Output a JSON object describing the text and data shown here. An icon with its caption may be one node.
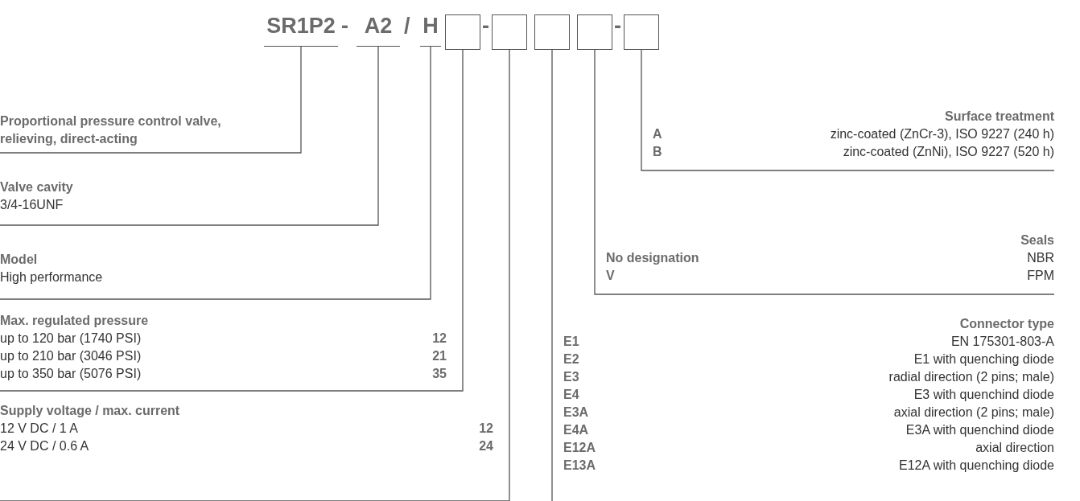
{
  "diagram": {
    "nodes": [
      {
        "text": [
          "SR1P2"
        ]
      },
      {
        "text": [
          "A2"
        ]
      },
      {
        "text": [
          "H"
        ]
      },
      {
        "text": [],
        "shape": "box"
      },
      {
        "text": [],
        "shape": "box"
      },
      {
        "text": [],
        "shape": "box"
      },
      {
        "text": [],
        "shape": "box"
      },
      {
        "text": [],
        "shape": "box"
      },
      {
        "text": [
          "Proportional pressure control valve, relieving, direct-acting"
        ]
      },
      {
        "text": [
          "Valve cavity",
          "3/4-16UNF"
        ]
      },
      {
        "text": [
          "Model",
          "High performance"
        ]
      },
      {
        "text": [
          "Max. regulated pressure",
          "up to 120 bar (1740 PSI)",
          "12",
          "up to 210 bar (3046 PSI)",
          "21",
          "up to 350 bar (5076 PSI)",
          "35"
        ]
      },
      {
        "text": [
          "Supply voltage / max. current",
          "12 V DC / 1 A",
          "12",
          "24 V DC / 0.6 A",
          "24"
        ]
      },
      {
        "text": [
          "Connector type",
          "E1",
          "EN 175301-803-A",
          "E2",
          "E1 with quenching diode",
          "E3",
          "radial direction (2 pins; male)",
          "E4",
          "E3 with quenchind diode",
          "E3A",
          "axial direction (2 pins; male)",
          "E4A",
          "E3A with quenchind diode",
          "E12A",
          "axial direction",
          "E13A",
          "E12A with quenching diode"
        ]
      },
      {
        "text": [
          "Seals",
          "No designation",
          "NBR",
          "V",
          "FPM"
        ]
      },
      {
        "text": [
          "Surface treatment",
          "A",
          "zinc-coated (ZnCr-3), ISO 9227 (240 h)",
          "B",
          "zinc-coated (ZnNi), ISO 9227 (520 h)"
        ]
      }
    ],
    "edges": [
      {
        "from": 0,
        "to": 8,
        "arrow": "none"
      },
      {
        "from": 1,
        "to": 9,
        "arrow": "none"
      },
      {
        "from": 2,
        "to": 10,
        "arrow": "none"
      },
      {
        "from": 3,
        "to": 11,
        "arrow": "none"
      },
      {
        "from": 4,
        "to": 12,
        "arrow": "none"
      },
      {
        "from": 5,
        "to": 13,
        "arrow": "none"
      },
      {
        "from": 6,
        "to": 14,
        "arrow": "none"
      },
      {
        "from": 7,
        "to": 15,
        "arrow": "none"
      }
    ],
    "labels": [
      "-",
      "/",
      "-",
      "-"
    ]
  }
}
